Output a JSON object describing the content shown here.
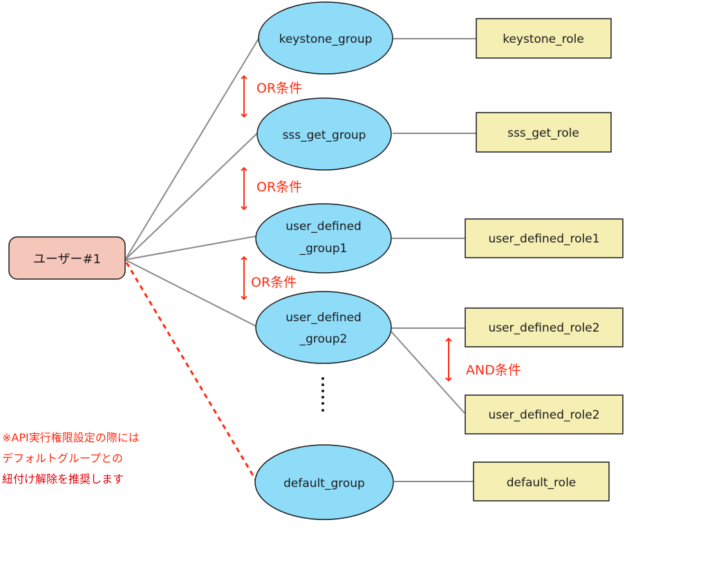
{
  "colors": {
    "user_fill": "#f5c6ba",
    "group_fill": "#8fdcf9",
    "role_fill": "#f5efb4",
    "stroke": "#1a1a1a",
    "connector": "#8a8a8a",
    "accent_red": "#ff2a10"
  },
  "user": {
    "label": "ユーザー#1"
  },
  "groups": [
    {
      "id": "keystone_group",
      "lines": [
        "keystone_group"
      ]
    },
    {
      "id": "sss_get_group",
      "lines": [
        "sss_get_group"
      ]
    },
    {
      "id": "user_defined_group1",
      "lines": [
        "user_defined",
        "_group1"
      ]
    },
    {
      "id": "user_defined_group2",
      "lines": [
        "user_defined",
        "_group2"
      ]
    },
    {
      "id": "default_group",
      "lines": [
        "default_group"
      ]
    }
  ],
  "roles": [
    {
      "id": "keystone_role",
      "label": "keystone_role",
      "group": "keystone_group"
    },
    {
      "id": "sss_get_role",
      "label": "sss_get_role",
      "group": "sss_get_group"
    },
    {
      "id": "user_defined_role1",
      "label": "user_defined_role1",
      "group": "user_defined_group1"
    },
    {
      "id": "user_defined_role2a",
      "label": "user_defined_role2",
      "group": "user_defined_group2"
    },
    {
      "id": "user_defined_role2b",
      "label": "user_defined_role2",
      "group": "user_defined_group2"
    },
    {
      "id": "default_role",
      "label": "default_role",
      "group": "default_group"
    }
  ],
  "conditions": [
    {
      "label": "OR条件",
      "between": [
        "keystone_group",
        "sss_get_group"
      ]
    },
    {
      "label": "OR条件",
      "between": [
        "sss_get_group",
        "user_defined_group1"
      ]
    },
    {
      "label": "OR条件",
      "between": [
        "user_defined_group1",
        "user_defined_group2"
      ]
    },
    {
      "label": "AND条件",
      "between": [
        "user_defined_role2a",
        "user_defined_role2b"
      ]
    }
  ],
  "ellipsis": "⋮",
  "note": {
    "lines": [
      "※API実行権限設定の際には",
      "デフォルトグループとの",
      "紐付け解除を推奨します"
    ]
  }
}
